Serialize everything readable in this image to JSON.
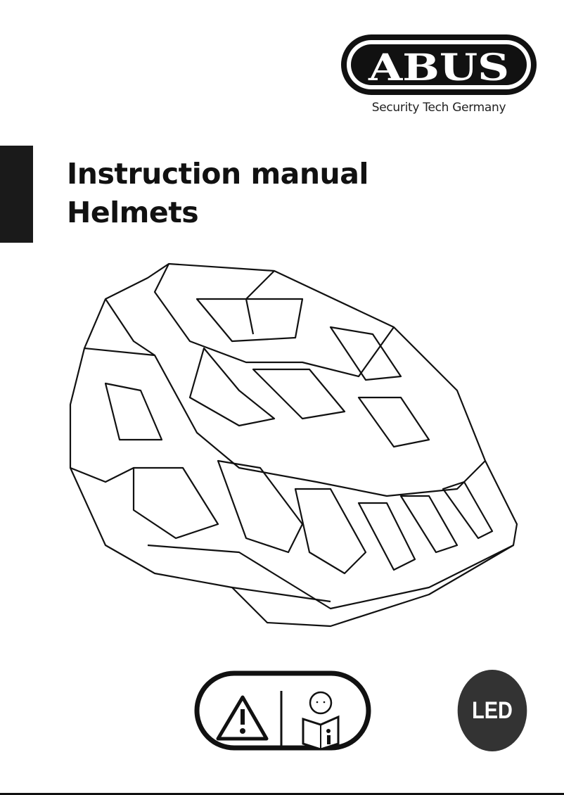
{
  "brand": {
    "logo_text": "ABUS",
    "tagline": "Security Tech Germany"
  },
  "title": {
    "line1": "Instruction manual",
    "line2": "Helmets"
  },
  "icons": [
    "warning-triangle-icon",
    "read-manual-icon"
  ],
  "badge": {
    "label": "LED",
    "color": "#333333"
  }
}
